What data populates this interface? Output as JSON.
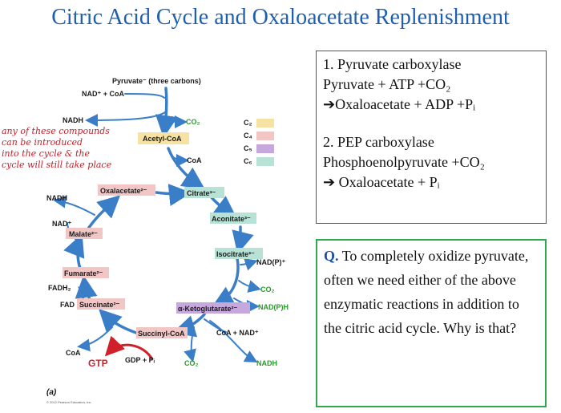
{
  "title": "Citric Acid Cycle and Oxaloacetate Replenishment",
  "diagram": {
    "pyruvate": "Pyruvate⁻ (three carbons)",
    "nad_coa": "NAD⁺ + CoA",
    "nadh_top": "NADH",
    "co2_top": "CO₂",
    "acetyl_coa": "Acetyl-CoA",
    "coa_mid": "CoA",
    "oxalacetate": "Oxalacetate²⁻",
    "citrate": "Citrate³⁻",
    "aconitate": "Aconitate³⁻",
    "isocitrate": "Isocitrate³⁻",
    "nadp_plus": "NAD(P)⁺",
    "co2_right": "CO₂",
    "nadph": "NAD(P)H",
    "ketoglutarate": "α-Ketoglutarate²⁻",
    "coa_nad": "CoA + NAD⁺",
    "succinyl_coa": "Succinyl-CoA",
    "nadh_bottom": "NADH",
    "co2_bottom": "CO₂",
    "gdp_pi": "GDP + Pᵢ",
    "gtp": "GTP",
    "coa_bottom": "CoA",
    "succinate": "Succinate²⁻",
    "fad": "FAD",
    "fadh2": "FADH₂",
    "fumarate": "Fumarate²⁻",
    "malate": "Malate²⁻",
    "nad_left": "NAD⁺",
    "nadh_left": "NADH",
    "figure_label": "(a)",
    "copyright": "© 2012 Pearson Education, Inc.",
    "legend": [
      {
        "label": "C₂",
        "color": "#f6e3a4"
      },
      {
        "label": "C₄",
        "color": "#f3c6c6"
      },
      {
        "label": "C₅",
        "color": "#c6a8dd"
      },
      {
        "label": "C₆",
        "color": "#b8e2d6"
      }
    ],
    "handwritten_note": [
      "any of these compounds",
      "can be introduced",
      "into the cycle & the",
      "cycle will still take place"
    ]
  },
  "enzymes": {
    "e1_title": "1. Pyruvate carboxylase",
    "e1_line1": "Pyruvate + ATP +CO₂",
    "e1_line2": "➔Oxaloacetate + ADP +Pᵢ",
    "e2_title": "2. PEP carboxylase",
    "e2_line1": "Phosphoenolpyruvate +CO₂",
    "e2_line2": "➔ Oxaloacetate + Pᵢ"
  },
  "question": {
    "label": "Q.",
    "text": " To completely oxidize pyruvate, often we need either of the above enzymatic reactions in addition to the citric acid cycle. Why is that?"
  }
}
